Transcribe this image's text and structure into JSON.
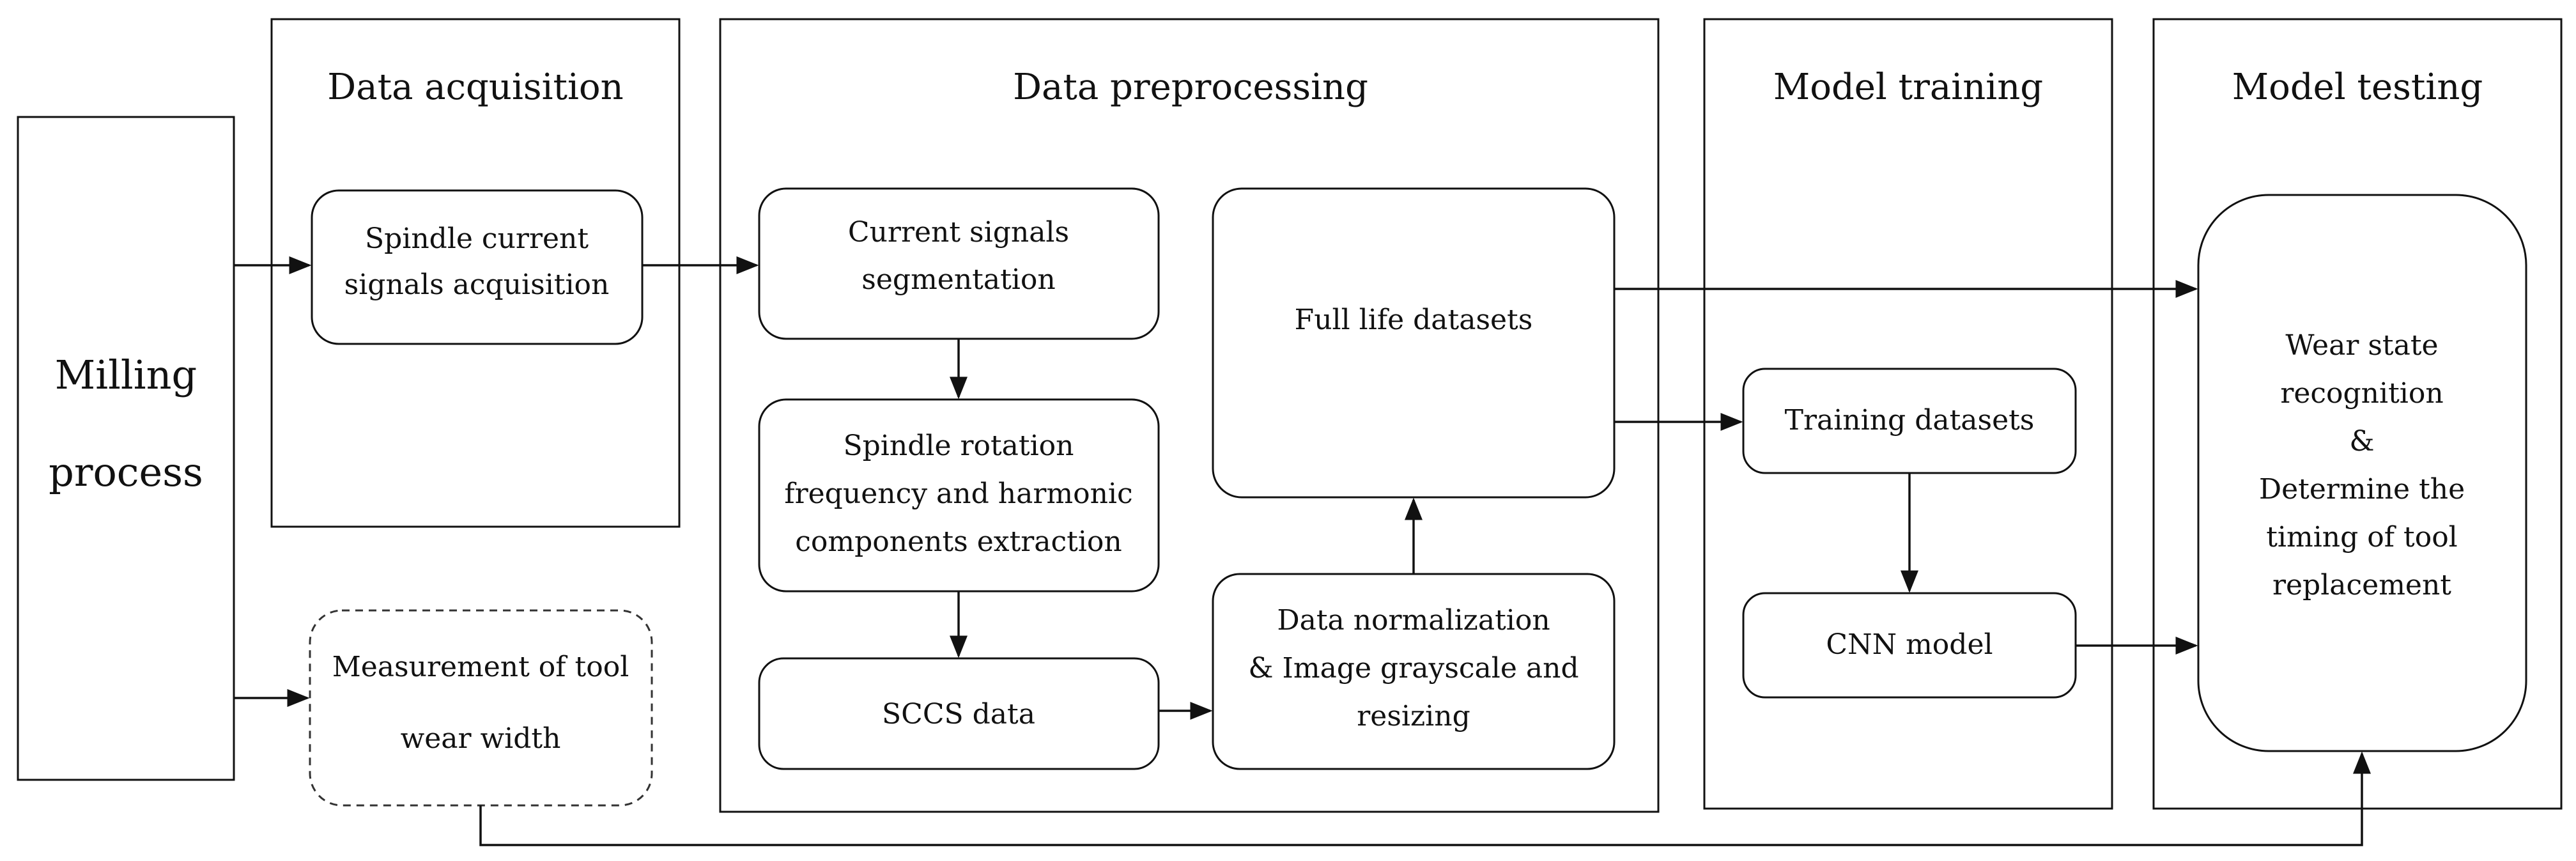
{
  "diagram": {
    "milling": {
      "lines": [
        "Milling",
        "process"
      ]
    },
    "sections": {
      "acquisition": "Data acquisition",
      "preprocessing": "Data preprocessing",
      "training": "Model training",
      "testing": "Model testing"
    },
    "nodes": {
      "spindle_acquisition": [
        "Spindle current",
        "signals acquisition"
      ],
      "measurement": [
        "Measurement of tool",
        "wear width"
      ],
      "segmentation": [
        "Current signals",
        "segmentation"
      ],
      "extraction": [
        "Spindle rotation",
        "frequency and harmonic",
        "components extraction"
      ],
      "sccs": [
        "SCCS data"
      ],
      "full_life": [
        "Full life datasets"
      ],
      "normalization": [
        "Data normalization",
        "& Image grayscale and",
        "resizing"
      ],
      "training_datasets": [
        "Training datasets"
      ],
      "cnn": [
        "CNN model"
      ],
      "wear_state": [
        "Wear state",
        "recognition",
        "&",
        "Determine the",
        "timing of tool",
        "replacement"
      ]
    }
  }
}
